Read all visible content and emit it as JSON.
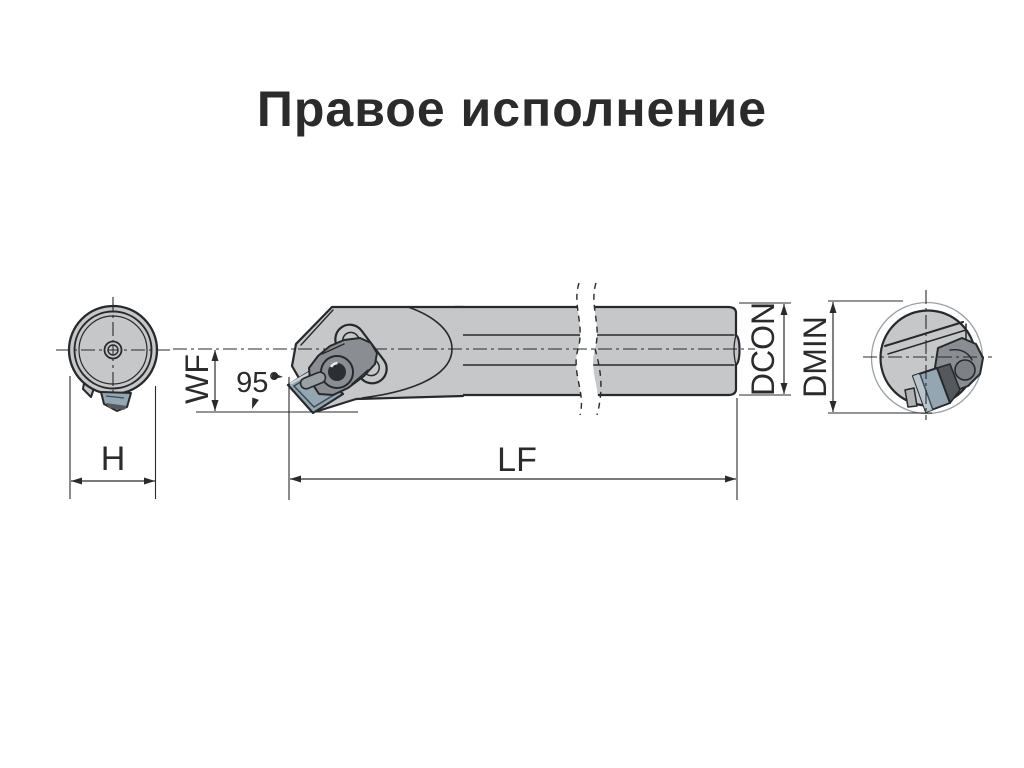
{
  "title": "Правое исполнение",
  "drawing": {
    "dimension_labels": {
      "wf": "WF",
      "approach_angle": "95°",
      "shank_height": "H",
      "functional_length": "LF",
      "connection_diameter": "DCON",
      "min_bore_diameter": "DMIN"
    },
    "colors": {
      "background": "#ffffff",
      "line": "#27292c",
      "body_gray": "#c6c7c9",
      "clamp_gray": "#8a8e93",
      "insert_blue_gray": "#93a6b2",
      "shadow_dark": "#55585c",
      "screw_dark": "#2b2e32",
      "thin_circle": "#9aa0a4",
      "text": "#2b2b2b"
    }
  }
}
